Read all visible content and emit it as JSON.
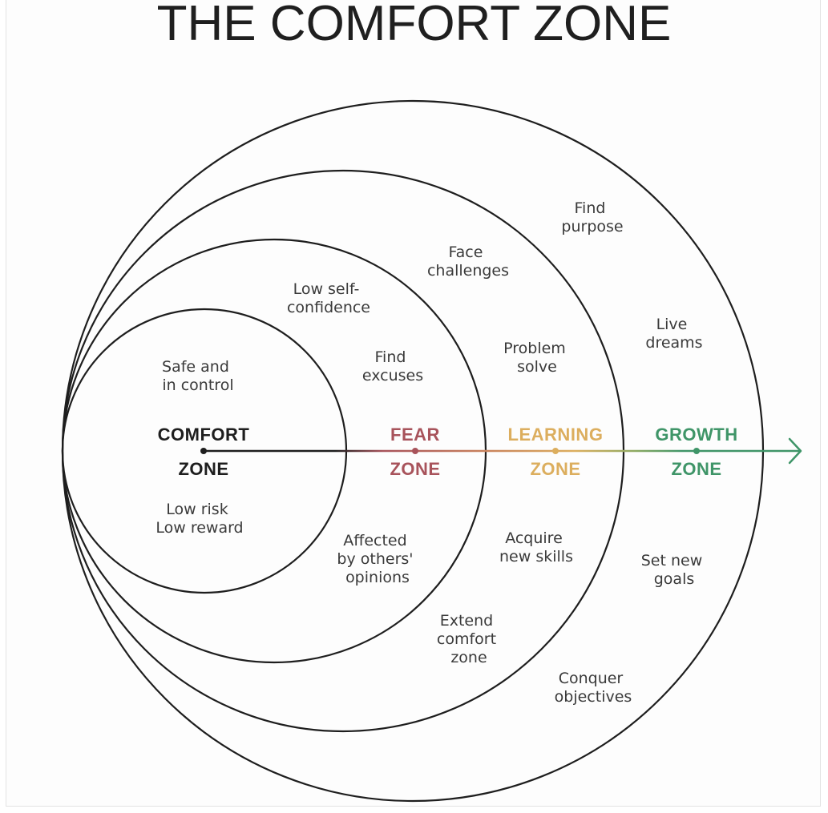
{
  "title": "THE COMFORT ZONE",
  "colors": {
    "comfort": "#1e1e1e",
    "fear": "#a8535b",
    "learning": "#dcae5e",
    "growth": "#3f9568"
  },
  "zones": {
    "comfort": {
      "top": "COMFORT",
      "bottom": "ZONE"
    },
    "fear": {
      "top": "FEAR",
      "bottom": "ZONE"
    },
    "learning": {
      "top": "LEARNING",
      "bottom": "ZONE"
    },
    "growth": {
      "top": "GROWTH",
      "bottom": "ZONE"
    }
  },
  "texts": {
    "comfort_top": [
      "Safe and",
      "in control"
    ],
    "comfort_bottom": [
      "Low risk",
      "Low reward"
    ],
    "fear_self": [
      "Low self-",
      "confidence"
    ],
    "fear_excuses": [
      "Find",
      "excuses"
    ],
    "fear_opinions": [
      "Affected",
      "by others'",
      "opinions"
    ],
    "learning_face": [
      "Face",
      "challenges"
    ],
    "learning_problem": [
      "Problem",
      "solve"
    ],
    "learning_skills": [
      "Acquire",
      "new skills"
    ],
    "learning_extend": [
      "Extend",
      "comfort",
      "zone"
    ],
    "growth_purpose": [
      "Find",
      "purpose"
    ],
    "growth_dreams": [
      "Live",
      "dreams"
    ],
    "growth_goals": [
      "Set new",
      "goals"
    ],
    "growth_conquer": [
      "Conquer",
      "objectives"
    ]
  }
}
